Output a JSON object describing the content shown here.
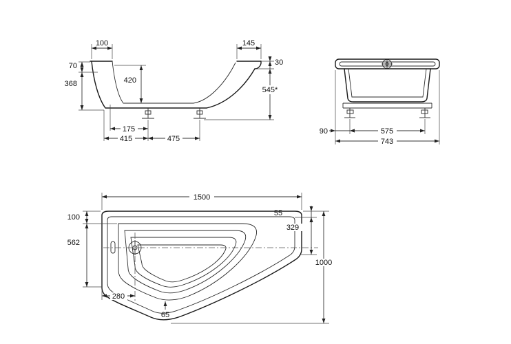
{
  "side": {
    "d100": "100",
    "d145": "145",
    "d70": "70",
    "d30": "30",
    "d368": "368",
    "d420": "420",
    "d545": "545*",
    "d175": "175",
    "d415": "415",
    "d475": "475"
  },
  "end": {
    "d90": "90",
    "d575": "575",
    "d743": "743"
  },
  "plan": {
    "d1500": "1500",
    "d100": "100",
    "d55": "55",
    "d329": "329",
    "d562": "562",
    "d1000": "1000",
    "d280": "280",
    "d65": "65"
  }
}
